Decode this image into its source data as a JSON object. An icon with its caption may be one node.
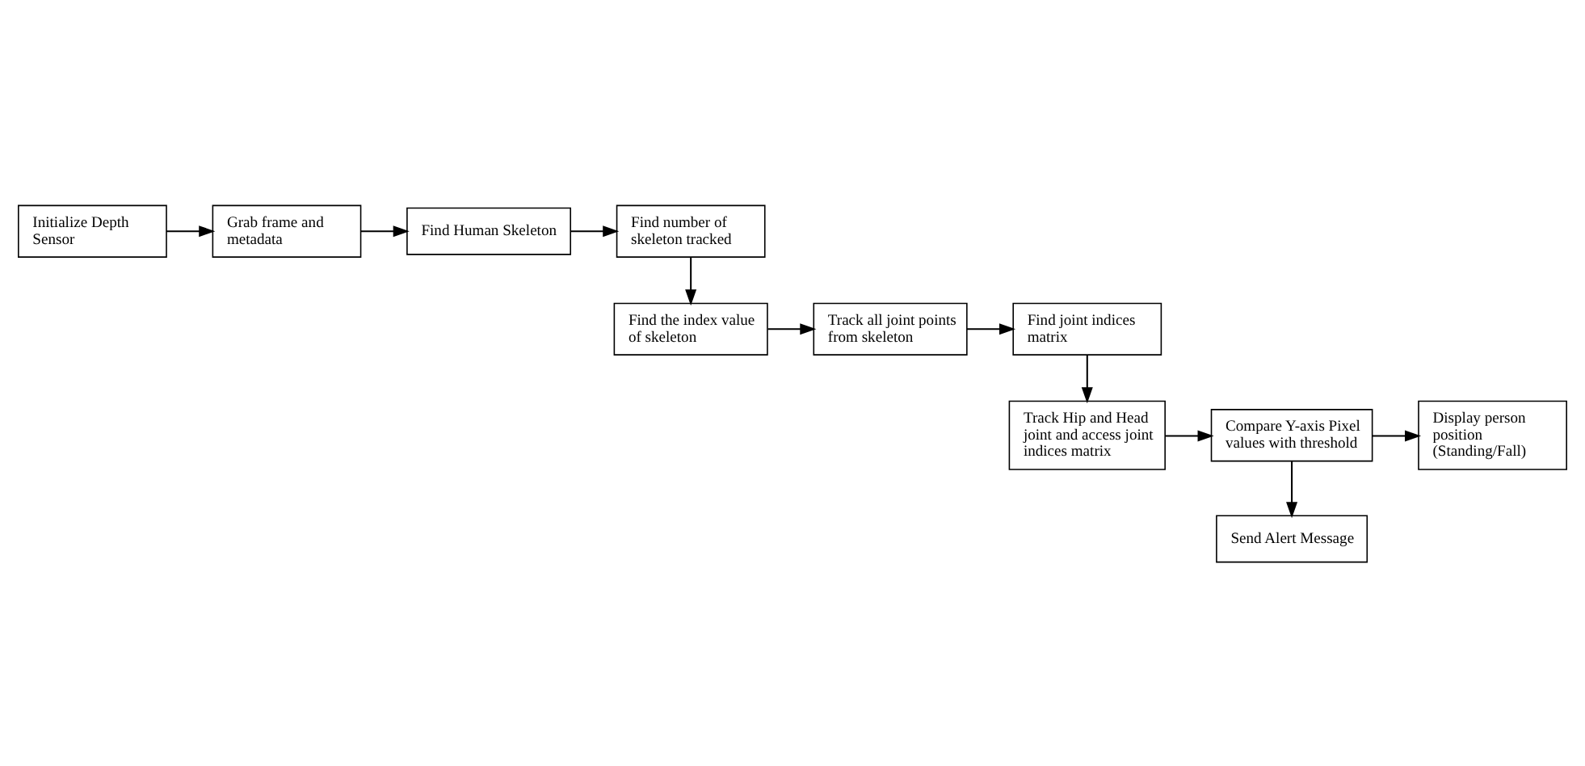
{
  "diagram": {
    "nodes": [
      {
        "text": [
          "Initialize Depth Sensor"
        ]
      },
      {
        "text": [
          "Grab frame and metadata"
        ]
      },
      {
        "text": [
          "Find Human Skeleton"
        ]
      },
      {
        "text": [
          "Find number of skeleton tracked"
        ]
      },
      {
        "text": [
          "Find the index value of skeleton"
        ]
      },
      {
        "text": [
          "Track all joint points from skeleton"
        ]
      },
      {
        "text": [
          "Find joint indices matrix"
        ]
      },
      {
        "text": [
          "Track Hip and Head joint and access joint indices matrix"
        ]
      },
      {
        "text": [
          "Compare Y-axis Pixel values with threshold"
        ]
      },
      {
        "text": [
          "Display person position (Standing/Fall)"
        ]
      },
      {
        "text": [
          "Send Alert Message"
        ]
      }
    ],
    "edges": [
      {
        "from": 0,
        "to": 1,
        "arrow": "to"
      },
      {
        "from": 1,
        "to": 2,
        "arrow": "to"
      },
      {
        "from": 2,
        "to": 3,
        "arrow": "to"
      },
      {
        "from": 3,
        "to": 4,
        "arrow": "to"
      },
      {
        "from": 4,
        "to": 5,
        "arrow": "to"
      },
      {
        "from": 5,
        "to": 6,
        "arrow": "to"
      },
      {
        "from": 6,
        "to": 7,
        "arrow": "to"
      },
      {
        "from": 7,
        "to": 8,
        "arrow": "to"
      },
      {
        "from": 8,
        "to": 9,
        "arrow": "to"
      },
      {
        "from": 8,
        "to": 10,
        "arrow": "to"
      }
    ]
  }
}
